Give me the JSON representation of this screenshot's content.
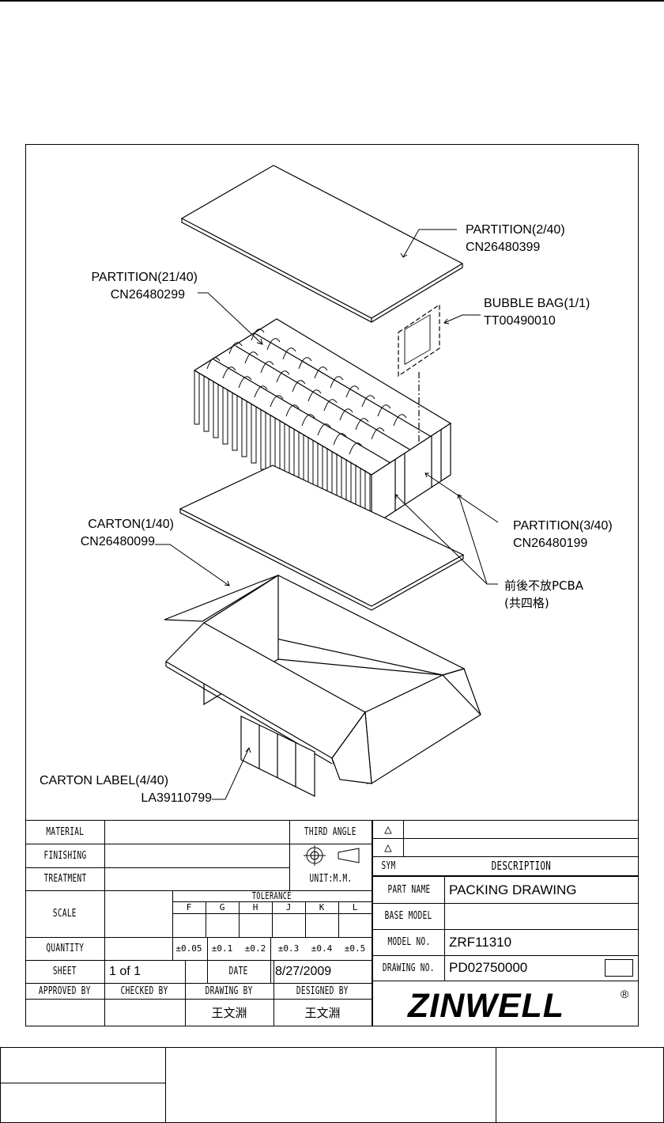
{
  "callouts": {
    "partition_2_40": "PARTITION(2/40)",
    "partition_2_40_pn": "CN26480399",
    "partition_21_40": "PARTITION(21/40)",
    "partition_21_40_pn": "CN26480299",
    "bubble_bag": "BUBBLE BAG(1/1)",
    "bubble_bag_pn": "TT00490010",
    "partition_3_40": "PARTITION(3/40)",
    "partition_3_40_pn": "CN26480199",
    "note_line1": "前後不放PCBA",
    "note_line2": "(共四格)",
    "carton": "CARTON(1/40)",
    "carton_pn": "CN26480099",
    "carton_label": "CARTON LABEL(4/40)",
    "carton_label_pn": "LA39110799"
  },
  "title_block": {
    "material": "MATERIAL",
    "finishing": "FINISHING",
    "treatment": "TREATMENT",
    "scale": "SCALE",
    "quantity": "QUANTITY",
    "sheet": "SHEET",
    "sheet_value": "1 of 1",
    "date_label": "DATE",
    "date_value": "8/27/2009",
    "third_angle": "THIRD ANGLE",
    "unit": "UNIT:M.M.",
    "tolerance": "TOLERANCE",
    "tol_headers": [
      "F",
      "G",
      "H",
      "J",
      "K",
      "L"
    ],
    "tol_values": [
      "±0.05",
      "±0.1",
      "±0.2",
      "±0.3",
      "±0.4",
      "±0.5"
    ],
    "approved_by": "APPROVED BY",
    "checked_by": "CHECKED BY",
    "drawing_by": "DRAWING BY",
    "designed_by": "DESIGNED BY",
    "drawing_by_name": "王文淵",
    "designed_by_name": "王文淵",
    "sym": "SYM",
    "description": "DESCRIPTION",
    "part_name_label": "PART NAME",
    "part_name_value": "PACKING DRAWING",
    "base_model_label": "BASE MODEL",
    "model_no_label": "MODEL NO.",
    "model_no_value": "ZRF11310",
    "drawing_no_label": "DRAWING NO.",
    "drawing_no_value": "PD02750000",
    "logo_text": "ZINWELL",
    "registered": "®"
  }
}
